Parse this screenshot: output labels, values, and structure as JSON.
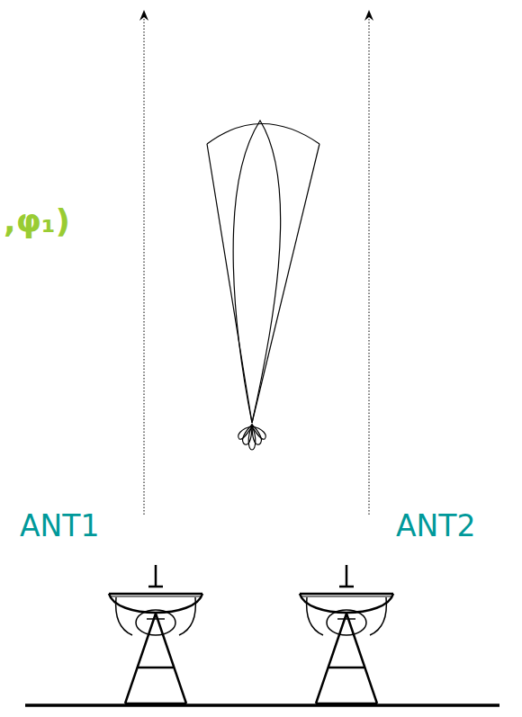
{
  "diagram": {
    "labels": [
      ",φ₁)",
      "ANT1",
      "ANT2"
    ]
  }
}
